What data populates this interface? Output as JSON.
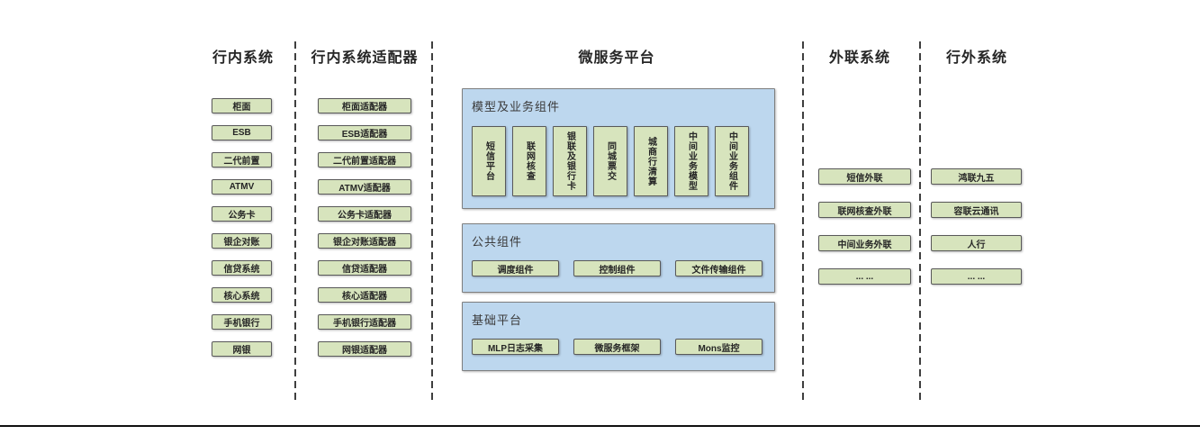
{
  "colors": {
    "component_green": "#d7e4bd",
    "component_border": "#595959",
    "panel_blue": "#bdd7ee",
    "panel_border": "#7f7f7f"
  },
  "headers": {
    "col1": "行内系统",
    "col2": "行内系统适配器",
    "col3": "微服务平台",
    "col4": "外联系统",
    "col5": "行外系统"
  },
  "internal_systems": [
    "柜面",
    "ESB",
    "二代前置",
    "ATMV",
    "公务卡",
    "银企对账",
    "信贷系统",
    "核心系统",
    "手机银行",
    "网银"
  ],
  "adapters": [
    "柜面适配器",
    "ESB适配器",
    "二代前置适配器",
    "ATMV适配器",
    "公务卡适配器",
    "银企对账适配器",
    "信贷适配器",
    "核心适配器",
    "手机银行适配器",
    "网银适配器"
  ],
  "platform": {
    "model_section": {
      "title": "模型及业务组件",
      "items": [
        "短信平台",
        "联网核查",
        "银联及银行卡",
        "同城票交",
        "城商行清算",
        "中间业务模型",
        "中间业务组件"
      ]
    },
    "common_section": {
      "title": "公共组件",
      "items": [
        "调度组件",
        "控制组件",
        "文件传输组件"
      ]
    },
    "base_section": {
      "title": "基础平台",
      "items": [
        "MLP日志采集",
        "微服务框架",
        "Mons监控"
      ]
    }
  },
  "outreach_systems": [
    "短信外联",
    "联网核查外联",
    "中间业务外联",
    "... ..."
  ],
  "external_systems": [
    "鸿联九五",
    "容联云通讯",
    "人行",
    "... ..."
  ]
}
